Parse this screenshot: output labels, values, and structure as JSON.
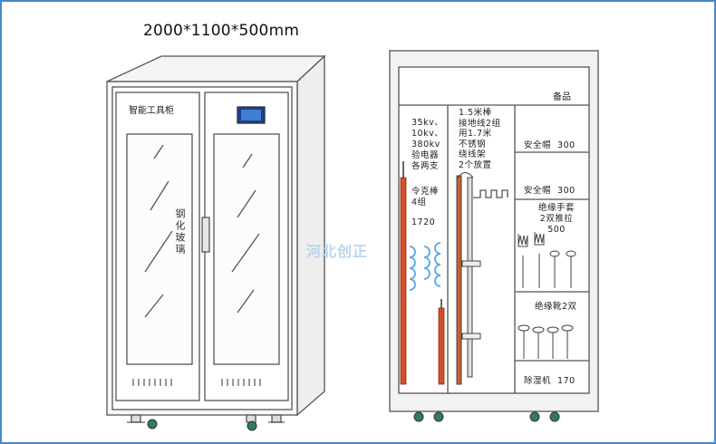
{
  "dimensions": "2000*1100*500mm",
  "cabinet_front": {
    "title": "智能工具柜",
    "glass_label": "钢化玻璃"
  },
  "cabinet_inside": {
    "top_label": "备品",
    "left_note": "35kv、\n10kv、\n380kv\n验电器\n各两支",
    "stick_label": "令克棒\n4组",
    "stick_length": "1720",
    "ground_wire_note": "1.5米棒\n接地线2组\n用1.7米\n不锈钢\n绕线架\n2个放置",
    "helmet_1": "安全帽  300",
    "helmet_2": "安全帽  300",
    "gloves": "绝缘手套\n2双推拉\n500",
    "boots": "绝缘靴2双",
    "dehumidifier": "除湿机  170"
  },
  "watermark": "河北创正",
  "colors": {
    "frame_border": "#4a86c8",
    "line": "#555555",
    "orange_rod": "#d0502a",
    "feet": "#2e7d5a",
    "coil": "#5aa8e0"
  }
}
